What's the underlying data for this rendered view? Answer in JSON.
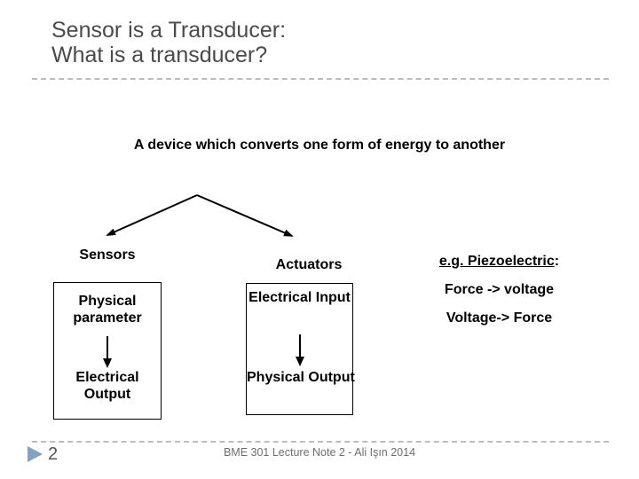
{
  "header": {
    "title_line1": "Sensor is a Transducer:",
    "title_line2": "What is a transducer?"
  },
  "body": {
    "subtitle": "A device which converts one form of energy to another"
  },
  "diagram": {
    "sensors": {
      "label": "Sensors",
      "input": "Physical parameter",
      "output": "Electrical Output"
    },
    "actuators": {
      "label": "Actuators",
      "input": "Electrical Input",
      "output": "Physical Output"
    },
    "example": {
      "heading": "e.g. Piezoelectric",
      "heading_suffix": ":",
      "line1": "Force -> voltage",
      "line2": "Voltage-> Force"
    }
  },
  "footer": {
    "page_number": "2",
    "note": "BME 301 Lecture Note 2 - Ali Işın 2014"
  },
  "icons": {
    "fork_arrow": "fork-down-arrows-icon",
    "flow_arrow": "down-arrow-icon",
    "page_marker": "triangle-right-icon"
  },
  "colors": {
    "title_text": "#4a4a4a",
    "body_text": "#000000",
    "dashed_rule": "#bdbdbd",
    "box_border": "#000000",
    "page_marker": "#84a1c1",
    "page_number_text": "#565656",
    "footer_text": "#6e6e6e",
    "background": "#ffffff"
  }
}
